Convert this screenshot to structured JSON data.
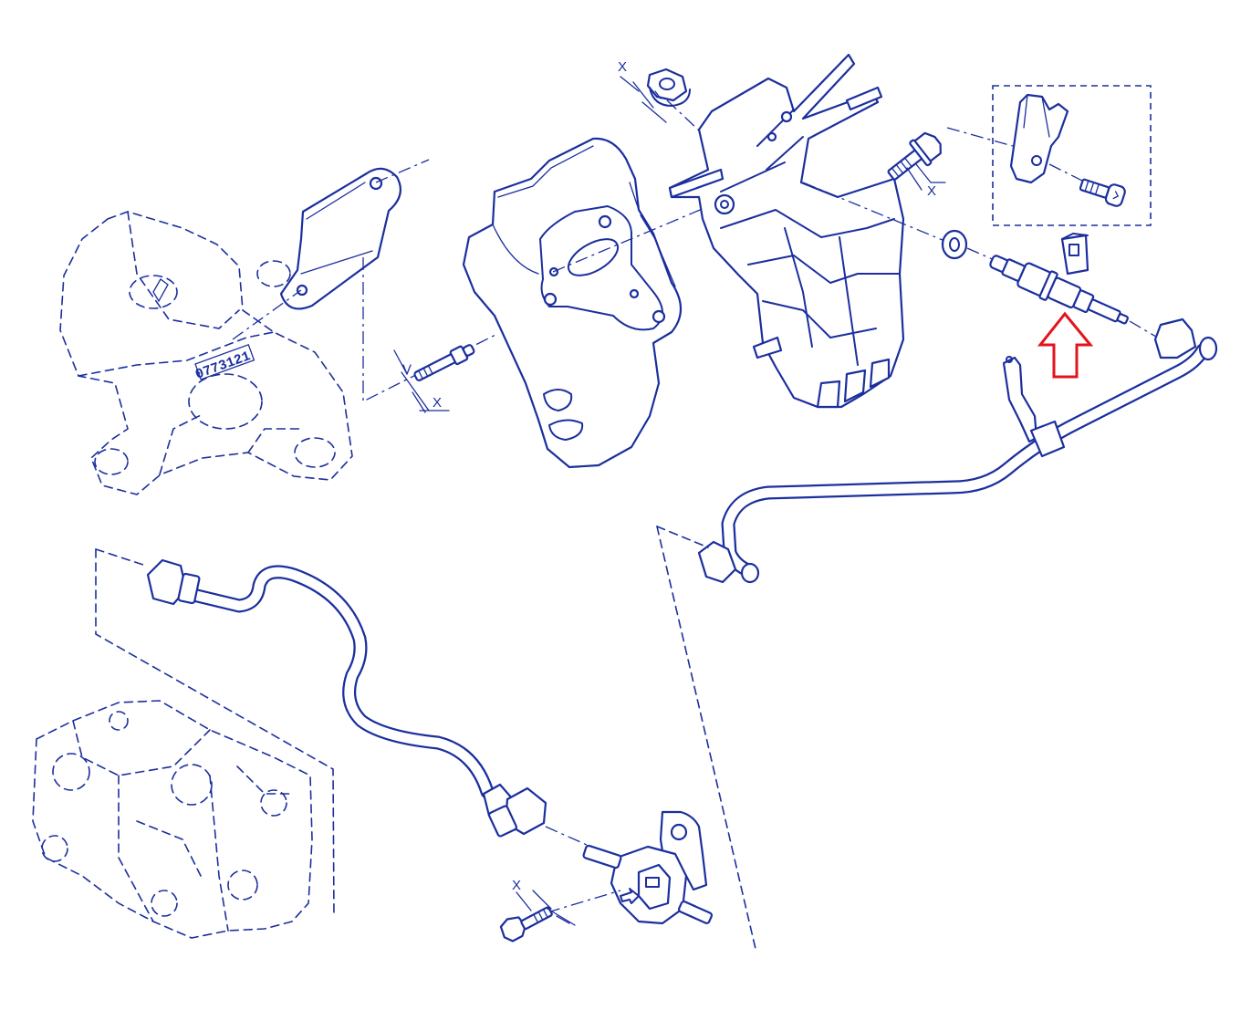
{
  "labels": {
    "dim_top": "X",
    "dim_stud": "X",
    "dim_bolt": "X",
    "dim_bottom": "X"
  },
  "part_stamp": "0773121",
  "colors": {
    "line": "#1b2f9e",
    "highlight": "#e3141c",
    "background": "#ffffff"
  },
  "icons": [
    "up-arrow-outline-icon"
  ]
}
